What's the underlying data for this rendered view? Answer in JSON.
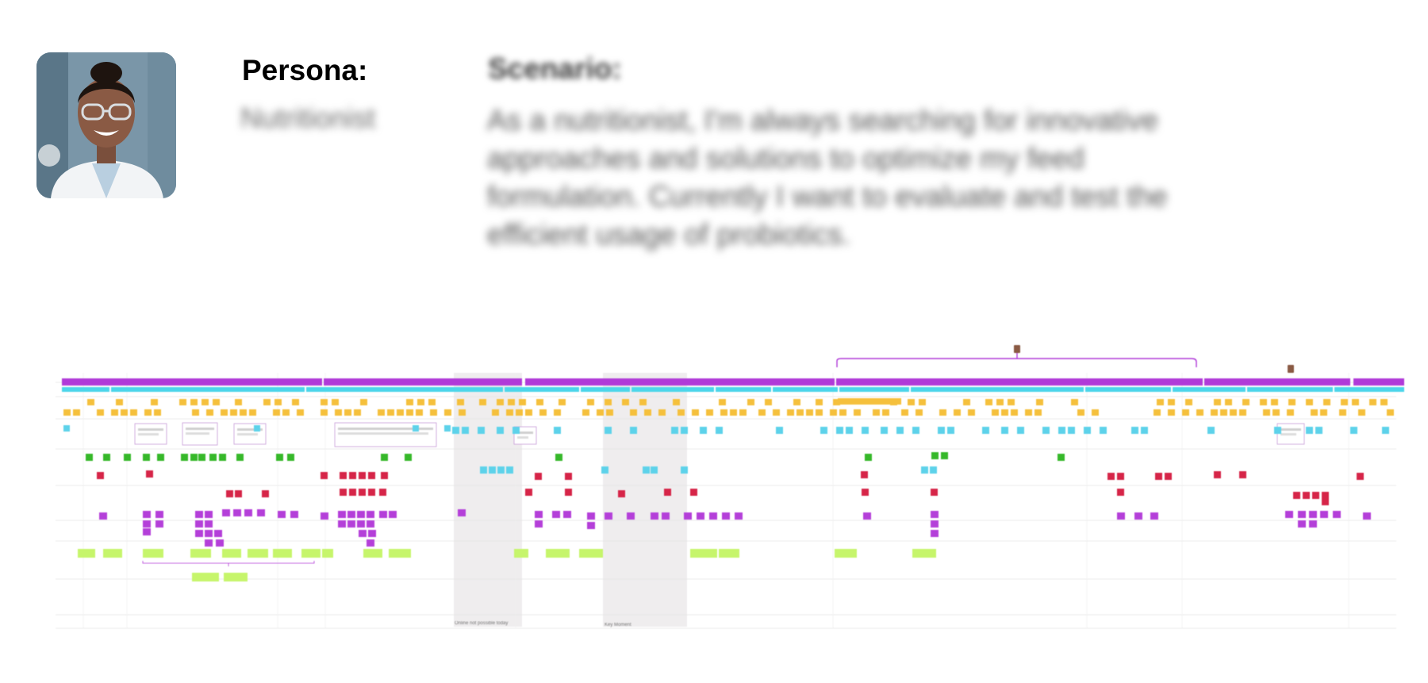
{
  "persona": {
    "label": "Persona:",
    "role": "Nutritionist"
  },
  "scenario": {
    "label": "Scenario:",
    "text": "As a nutritionist, I'm always searching for innovative approaches and solutions to optimize my feed formulation. Currently I want to evaluate and test the efficient usage of probiotics."
  },
  "journey_map": {
    "captions": {
      "online_not_possible": "Online not possible today",
      "key_moment": "Key Moment"
    },
    "colors": {
      "phase_header": "#b03ad8",
      "stage_header": "#4dd6ea",
      "note_yellow": "#f5c03c",
      "note_blue": "#5dd2ea",
      "note_green": "#36b82a",
      "note_red": "#d62548",
      "note_purple": "#b43fd9",
      "note_lime": "#c6f56b",
      "shaded_column": "#efedee"
    }
  }
}
